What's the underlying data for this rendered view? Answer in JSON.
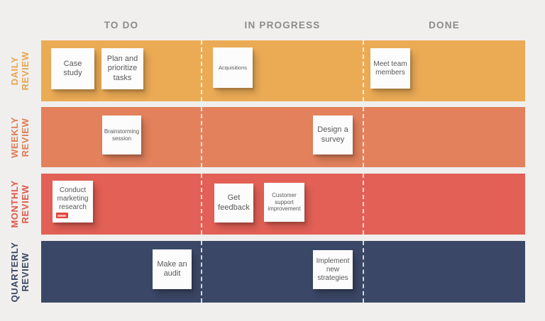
{
  "board": {
    "background_color": "#f0efed",
    "columns": [
      {
        "id": "todo",
        "label": "TO DO"
      },
      {
        "id": "in-progress",
        "label": "IN PROGRESS"
      },
      {
        "id": "done",
        "label": "DONE"
      }
    ],
    "rows": [
      {
        "id": "daily",
        "line1": "DAILY",
        "line2": "REVIEW",
        "band_color": "#ebab55",
        "label_color": "#e8a54e"
      },
      {
        "id": "weekly",
        "line1": "WEEKLY",
        "line2": "REVIEW",
        "band_color": "#e3815c",
        "label_color": "#df7c55"
      },
      {
        "id": "monthly",
        "line1": "MONTHLY",
        "line2": "REVIEW",
        "band_color": "#e26055",
        "label_color": "#df584c"
      },
      {
        "id": "quarterly",
        "line1": "QUARTERLY",
        "line2": "REVIEW",
        "band_color": "#3b4766",
        "label_color": "#3b4766"
      }
    ],
    "notes": [
      {
        "row": "daily",
        "column": "todo",
        "text": "Case study"
      },
      {
        "row": "daily",
        "column": "todo",
        "text": "Plan and prioritize tasks"
      },
      {
        "row": "daily",
        "column": "in-progress",
        "text": "Acquisitions"
      },
      {
        "row": "daily",
        "column": "done",
        "text": "Meet team members"
      },
      {
        "row": "weekly",
        "column": "todo",
        "text": "Brainstorming session"
      },
      {
        "row": "weekly",
        "column": "in-progress",
        "text": "Design a survey"
      },
      {
        "row": "monthly",
        "column": "todo",
        "text": "Conduct marketing research",
        "tag_color": "#e2443a"
      },
      {
        "row": "monthly",
        "column": "in-progress",
        "text": "Get feedback"
      },
      {
        "row": "monthly",
        "column": "in-progress",
        "text": "Customer support improvement"
      },
      {
        "row": "quarterly",
        "column": "todo",
        "text": "Make an audit"
      },
      {
        "row": "quarterly",
        "column": "in-progress",
        "text": "Implement new strategies"
      }
    ]
  }
}
